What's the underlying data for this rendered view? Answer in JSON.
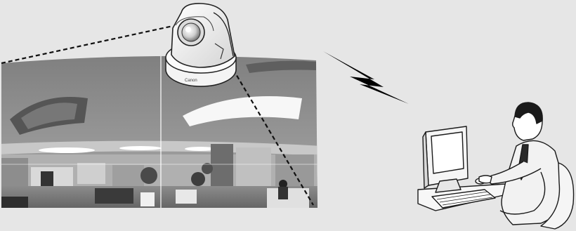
{
  "camera": {
    "brand": "Canon",
    "icon": "ptz-network-camera"
  },
  "panorama": {
    "description_icon": "panoramic-office-image"
  },
  "link": {
    "icon": "lightning-bolt-wireless-link"
  },
  "operator": {
    "icon": "person-at-computer"
  },
  "colors": {
    "background": "#e6e6e6",
    "line": "#111111",
    "camera_body": "#f2f2f2"
  }
}
